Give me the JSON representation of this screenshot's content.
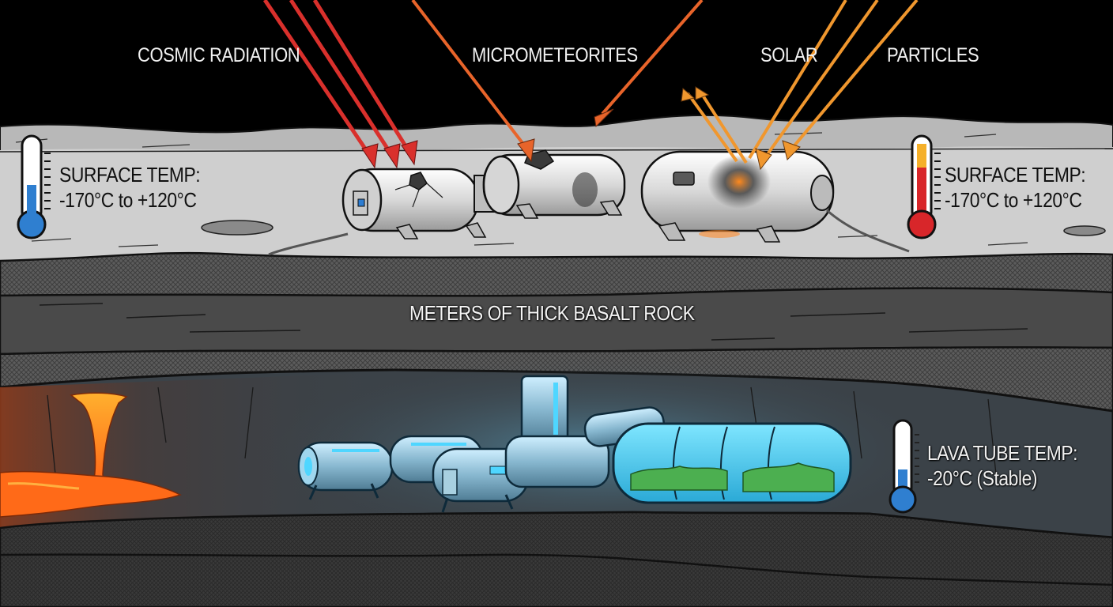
{
  "diagram": {
    "title_hazards": {
      "cosmic_radiation": "COSMIC RADIATION",
      "micrometeorites": "MICROMETEORITES",
      "solar": "SOLAR",
      "particles": "PARTICLES"
    },
    "surface_left": {
      "title": "SURFACE TEMP:",
      "range": "-170°C to +120°C",
      "thermometer": "cold-thermometer-icon",
      "fill_color": "#2f7fd0"
    },
    "surface_right": {
      "title": "SURFACE TEMP:",
      "range": "-170°C to +120°C",
      "thermometer": "hot-thermometer-icon",
      "fill_color": "#d8262a"
    },
    "rock_layer": {
      "label": "METERS OF THICK BASALT ROCK"
    },
    "lava_tube": {
      "title": "LAVA TUBE TEMP:",
      "value": "-20°C (Stable)",
      "thermometer": "cold-thermometer-icon",
      "fill_color": "#2f7fd0"
    },
    "colors": {
      "sky": "#000000",
      "surface": "#cfcfcf",
      "regolith_band": "#5a5a5a",
      "basalt": "#444444",
      "cave": "#3b4248",
      "deep_rock": "#2e2e2e",
      "radiation_arrow": "#d9302c",
      "meteor_arrow": "#e8642a",
      "solar_arrow": "#f0972e",
      "lava": "#ff7a1a",
      "habitat_glow": "#4fd6ff",
      "plants": "#4caf50"
    }
  }
}
